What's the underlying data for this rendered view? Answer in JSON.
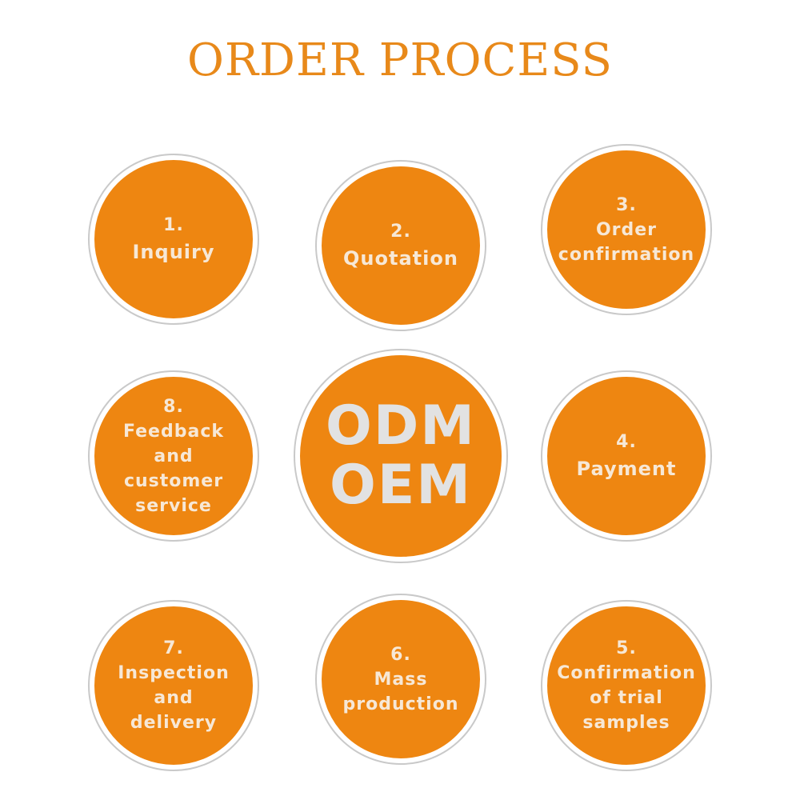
{
  "title": "ORDER PROCESS",
  "colors": {
    "title": "#e8891a",
    "circle_fill": "#ee8611",
    "circle_outline": "#c9c9c9",
    "step_text": "#f7e8d6",
    "center_text": "#e2e2e2"
  },
  "steps": [
    {
      "num": "1.",
      "label": "Inquiry"
    },
    {
      "num": "2.",
      "label": "Quotation"
    },
    {
      "num": "3.",
      "label": "Order\nconfirmation"
    },
    {
      "num": "4.",
      "label": "Payment"
    },
    {
      "num": "5.",
      "label": "Confirmation\nof trial\nsamples"
    },
    {
      "num": "6.",
      "label": "Mass\nproduction"
    },
    {
      "num": "7.",
      "label": "Inspection\nand\ndelivery"
    },
    {
      "num": "8.",
      "label": "Feedback\nand\ncustomer\nservice"
    }
  ],
  "center": {
    "line1": "ODM",
    "line2": "OEM"
  }
}
